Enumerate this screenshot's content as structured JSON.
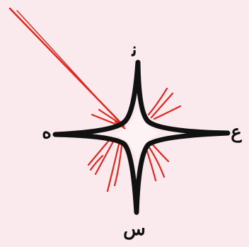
{
  "labels": {
    "north": "ﻧ",
    "south": "ﺱ",
    "east": "ﻉ",
    "west": "ﻩ"
  },
  "colors": {
    "background": "#fbeaed",
    "star": "#111111",
    "rays": "#e0281f"
  }
}
